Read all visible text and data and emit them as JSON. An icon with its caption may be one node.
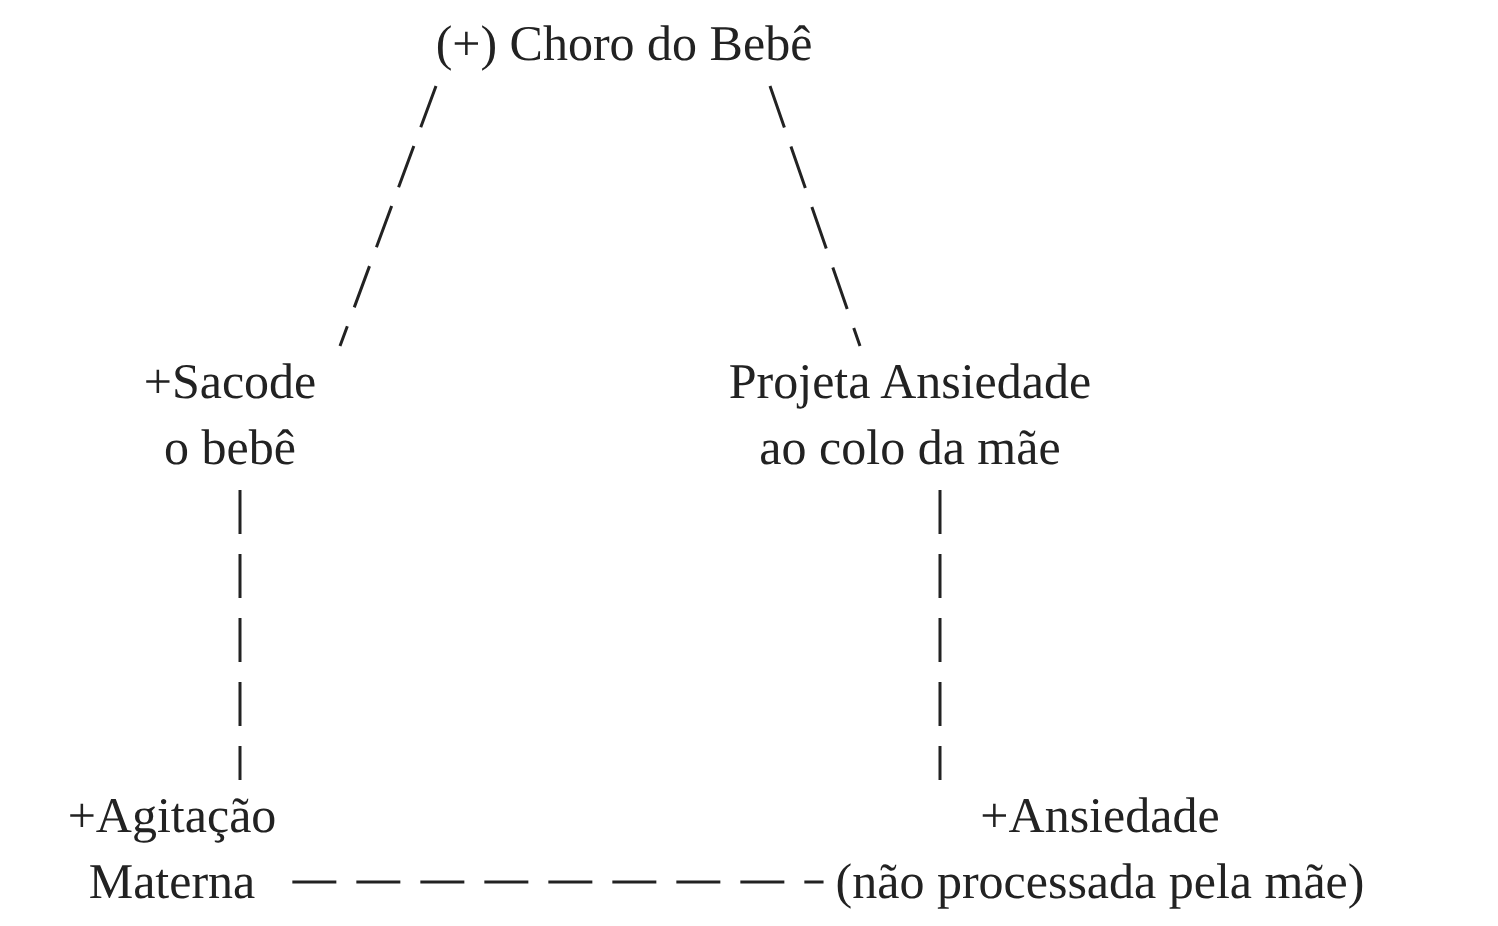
{
  "diagram": {
    "nodes": [
      {
        "text": [
          "(+) Choro do Bebê"
        ]
      },
      {
        "text": [
          "+Sacode o bebê"
        ]
      },
      {
        "text": [
          "Projeta Ansiedade ao colo da mãe"
        ]
      },
      {
        "text": [
          "+Agitação Materna"
        ]
      },
      {
        "text": [
          "+Ansiedade (não processada pela mãe)"
        ]
      }
    ],
    "edges": [
      {
        "from": 0,
        "to": 1,
        "arrow": "none",
        "style": "dashed"
      },
      {
        "from": 0,
        "to": 2,
        "arrow": "none",
        "style": "dashed"
      },
      {
        "from": 1,
        "to": 3,
        "arrow": "none",
        "style": "dashed"
      },
      {
        "from": 2,
        "to": 4,
        "arrow": "none",
        "style": "dashed"
      },
      {
        "from": 3,
        "to": 4,
        "arrow": "none",
        "style": "dashed"
      }
    ]
  }
}
